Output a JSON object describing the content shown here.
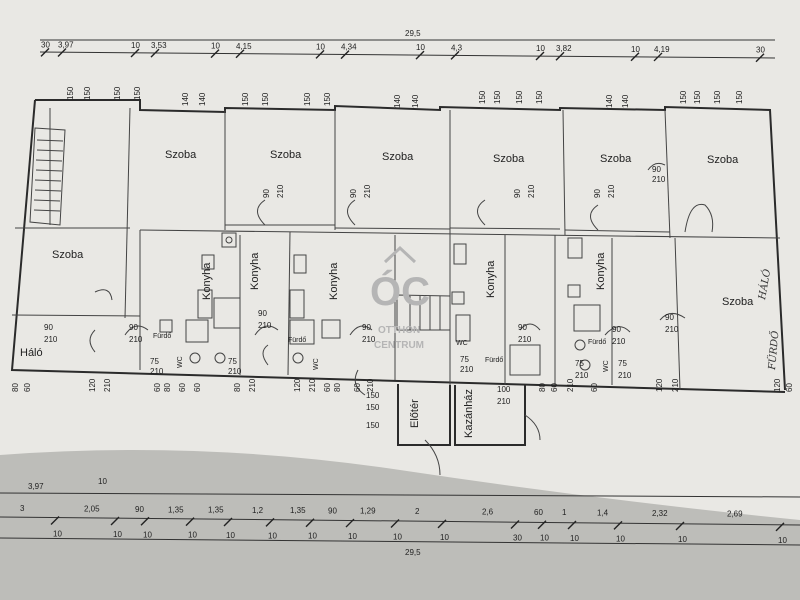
{
  "logo": {
    "mark": "ÓC",
    "line1": "OTTHON",
    "line2": "CENTRUM"
  },
  "top_dims": {
    "total": "29,5",
    "segments": [
      "30",
      "3,97",
      "10",
      "3,53",
      "10",
      "4,15",
      "10",
      "4,34",
      "10",
      "4,3",
      "10",
      "3,82",
      "10",
      "4,19",
      "30"
    ]
  },
  "bottom_dims": {
    "total": "29,5",
    "row1": [
      "3,97",
      "10"
    ],
    "row2": [
      "3",
      "2,05",
      "90",
      "1,35",
      "1,35",
      "1,2",
      "1,35",
      "90",
      "1,29",
      "2",
      "2,6",
      "60",
      "1",
      "1,4",
      "2,32",
      "2,69"
    ],
    "row3": [
      "10",
      "10",
      "10",
      "10",
      "10",
      "10",
      "10",
      "10",
      "10",
      "10",
      "30",
      "10",
      "10",
      "10",
      "10",
      "10"
    ]
  },
  "rooms": {
    "szoba": "Szoba",
    "konyha": "Konyha",
    "halo": "Háló",
    "furdo": "Fürdő",
    "wc": "WC",
    "eloter": "Előtér",
    "kazanhaz": "Kazánház"
  },
  "handwritten": {
    "halo": "HÁLÓ",
    "furdo": "FÜRDŐ"
  },
  "opening_labels": [
    "150",
    "140",
    "90",
    "210",
    "100",
    "60",
    "75",
    "80",
    "120"
  ]
}
